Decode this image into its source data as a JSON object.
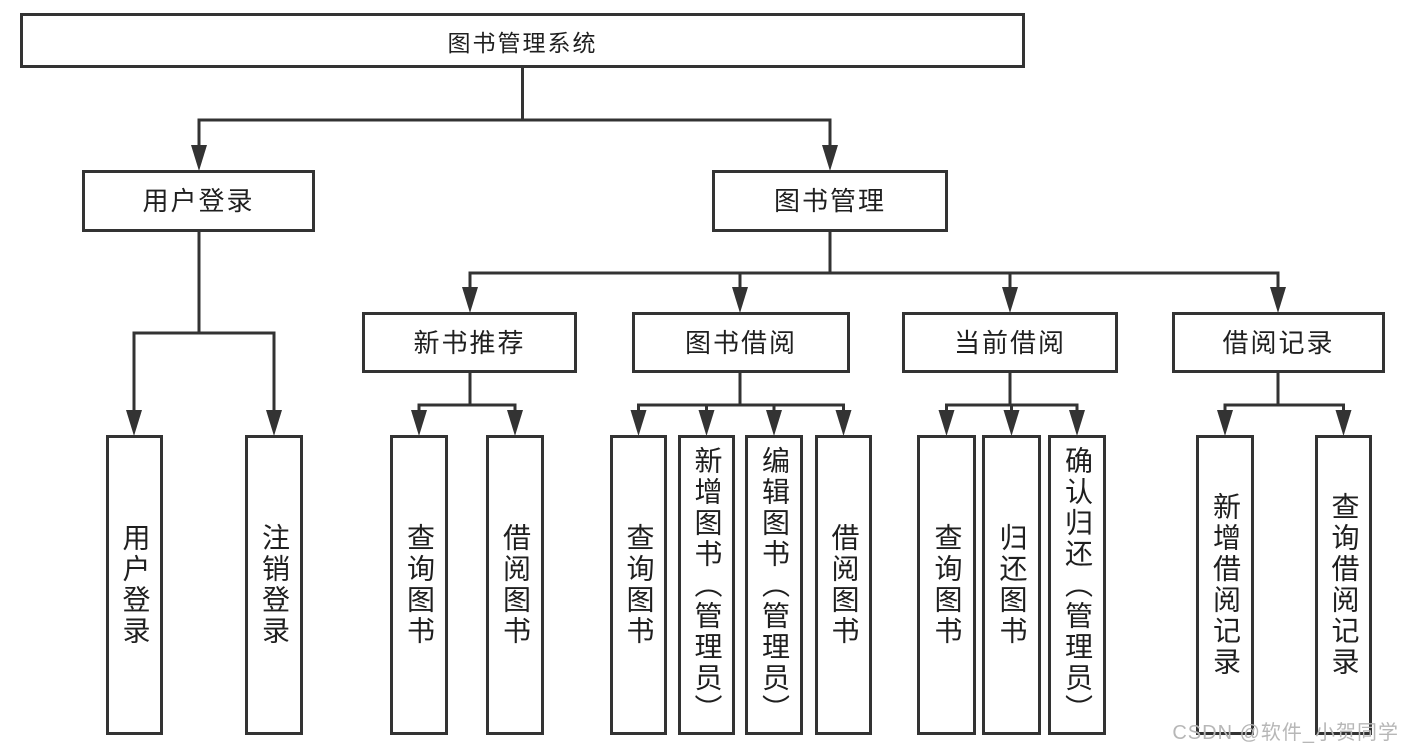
{
  "tree": {
    "root": {
      "label": "图书管理系统"
    },
    "branches": [
      {
        "label": "用户登录",
        "children": [
          {
            "label": "用户登录"
          },
          {
            "label": "注销登录"
          }
        ]
      },
      {
        "label": "图书管理",
        "children": [
          {
            "label": "新书推荐",
            "children": [
              {
                "label": "查询图书"
              },
              {
                "label": "借阅图书"
              }
            ]
          },
          {
            "label": "图书借阅",
            "children": [
              {
                "label": "查询图书"
              },
              {
                "label": "新增图书（管理员）"
              },
              {
                "label": "编辑图书（管理员）"
              },
              {
                "label": "借阅图书"
              }
            ]
          },
          {
            "label": "当前借阅",
            "children": [
              {
                "label": "查询图书"
              },
              {
                "label": "归还图书"
              },
              {
                "label": "确认归还（管理员）"
              }
            ]
          },
          {
            "label": "借阅记录",
            "children": [
              {
                "label": "新增借阅记录"
              },
              {
                "label": "查询借阅记录"
              }
            ]
          }
        ]
      }
    ]
  },
  "watermark": "CSDN @软件_小贺同学",
  "colors": {
    "line": "#333333",
    "text": "#1f1f1f",
    "watermark": "#b7b7b7",
    "background": "#ffffff"
  }
}
